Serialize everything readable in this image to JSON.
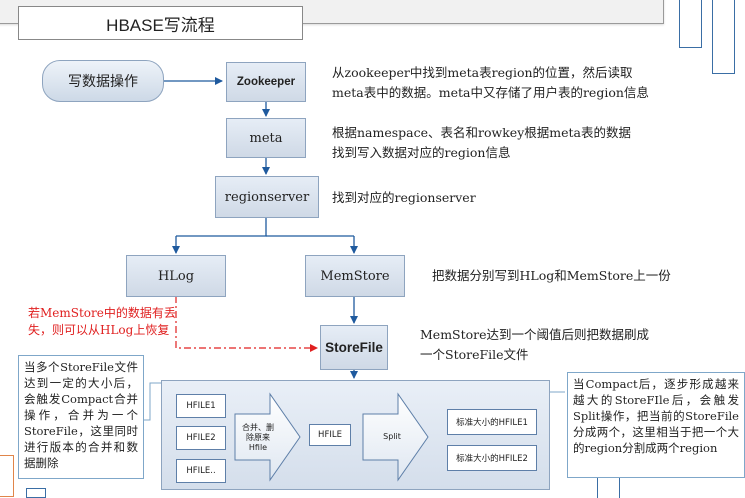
{
  "title": "HBASE写流程",
  "start_node": "写数据操作",
  "nodes": {
    "zookeeper": "Zookeeper",
    "meta": "meta",
    "regionserver": "regionserver",
    "hlog": "HLog",
    "memstore": "MemStore",
    "storefile": "StoreFile"
  },
  "descriptions": {
    "zookeeper_1": "从zookeeper中找到meta表region的位置，然后读取",
    "zookeeper_2": "meta表中的数据。meta中又存储了用户表的region信息",
    "meta_1": "根据namespace、表名和rowkey根据meta表的数据",
    "meta_2": "找到写入数据对应的region信息",
    "regionserver": "找到对应的regionserver",
    "split": "把数据分别写到HLog和MemStore上一份",
    "flush_1": "MemStore达到一个阈值后则把数据刷成",
    "flush_2": "一个StoreFile文件"
  },
  "recovery_note": {
    "line1": "若MemStore中的数据有丢",
    "line2": "失，则可以从HLog上恢复"
  },
  "left_note": "当多个StoreFile文件达到一定的大小后，会触发Compact合并操作，合并为一个StoreFile，这里同时进行版本的合并和数据删除",
  "right_note": "当Compact后，逐步形成越来越大的StoreFIle后，会触发Split操作，把当前的StoreFile分成两个，这里相当于把一个大的region分割成两个region",
  "compaction": {
    "hfiles": [
      "HFILE1",
      "HFILE2",
      "HFILE.."
    ],
    "merge_arrow": "合并、删除原来Hfile",
    "merged": "HFILE",
    "split_arrow": "Split",
    "results": [
      "标准大小的HFILE1",
      "标准大小的HFILE2"
    ]
  },
  "colors": {
    "arrow": "#1f5a9e",
    "red_dash": "#e02020",
    "node_border": "#8ea4bf",
    "node_fill": "#d9e2ee"
  }
}
